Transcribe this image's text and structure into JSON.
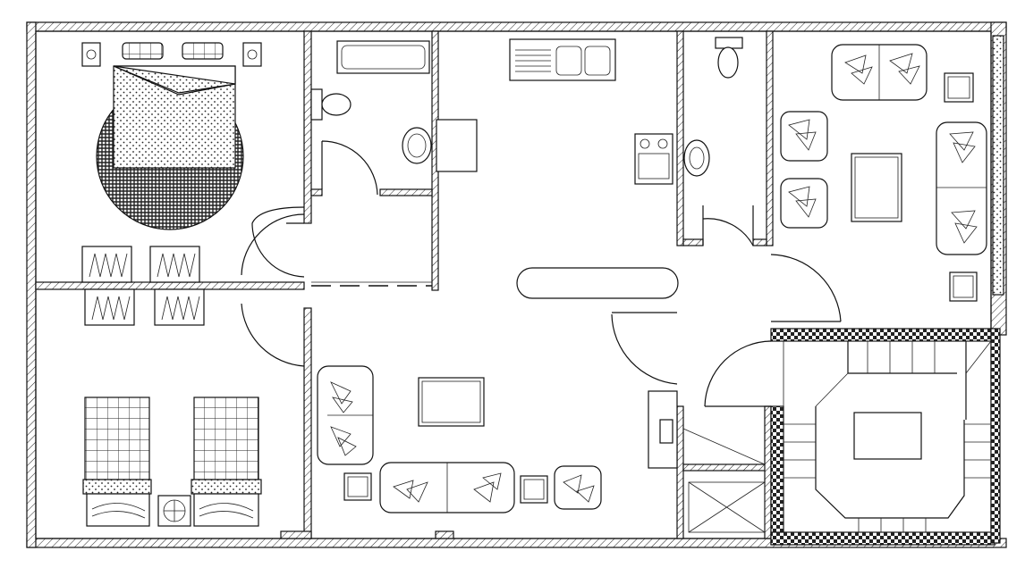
{
  "drawing": {
    "type": "architectural floor plan",
    "style": "black line drawing on white background",
    "spaces": [
      {
        "id": "master-bedroom",
        "furniture": [
          "double-bed",
          "nightstands",
          "round-rug",
          "lamps"
        ]
      },
      {
        "id": "bedroom-2",
        "furniture": [
          "twin-beds",
          "nightstand",
          "wardrobes"
        ]
      },
      {
        "id": "bathroom-1",
        "fixtures": [
          "bathtub",
          "toilet",
          "sink"
        ]
      },
      {
        "id": "bathroom-2",
        "fixtures": [
          "toilet",
          "sink"
        ]
      },
      {
        "id": "kitchen",
        "fixtures": [
          "double-sink",
          "stove",
          "counter"
        ]
      },
      {
        "id": "living-room",
        "furniture": [
          "sofas",
          "armchairs",
          "coffee-table",
          "side-tables"
        ]
      },
      {
        "id": "lounge",
        "furniture": [
          "sofas",
          "armchairs",
          "coffee-table",
          "side-tables"
        ]
      },
      {
        "id": "staircase",
        "features": [
          "stair-treads",
          "landing"
        ]
      },
      {
        "id": "shaft",
        "features": [
          "cross-bracing"
        ]
      }
    ]
  },
  "colors": {
    "line": "#111111",
    "background": "#ffffff"
  }
}
